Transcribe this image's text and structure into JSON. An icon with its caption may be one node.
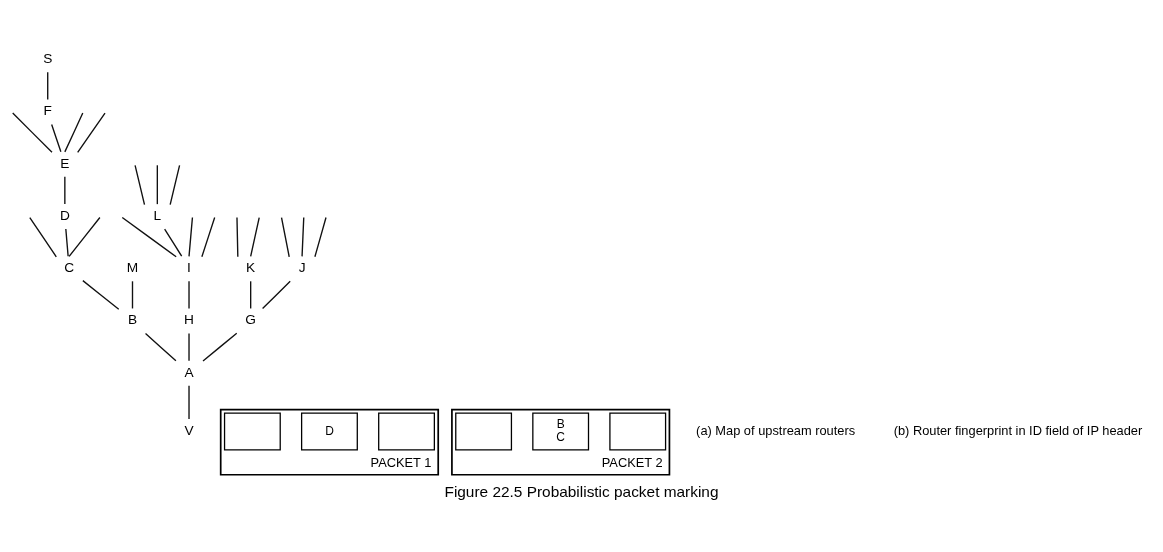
{
  "diagram": {
    "caption": "Figure 22.5 Probabilistic packet marking",
    "nodes": [
      {
        "text": [
          "S"
        ]
      },
      {
        "text": [
          "F"
        ]
      },
      {
        "text": [
          "E"
        ]
      },
      {
        "text": [
          "D"
        ]
      },
      {
        "text": [
          "L"
        ]
      },
      {
        "text": [
          "C"
        ]
      },
      {
        "text": [
          "I"
        ]
      },
      {
        "text": [
          "K"
        ]
      },
      {
        "text": [
          "M"
        ]
      },
      {
        "text": [
          "J"
        ]
      },
      {
        "text": [
          "B"
        ]
      },
      {
        "text": [
          "H"
        ]
      },
      {
        "text": [
          "G"
        ]
      },
      {
        "text": [
          "A"
        ]
      },
      {
        "text": [
          "V"
        ]
      },
      {
        "text": [],
        "shape": "box",
        "beside": [
          "PACKET 1"
        ]
      },
      {
        "text": [],
        "shape": "box",
        "in": 15
      },
      {
        "text": [
          "D"
        ],
        "in": 15
      },
      {
        "text": [],
        "shape": "box",
        "in": 15
      },
      {
        "text": [],
        "shape": "box",
        "beside": [
          "PACKET 2"
        ]
      },
      {
        "text": [],
        "shape": "box",
        "in": 19
      },
      {
        "text": [
          "B",
          "C"
        ],
        "in": 19
      },
      {
        "text": [],
        "shape": "box",
        "in": 19
      }
    ],
    "edges": [
      {
        "from": 14,
        "to": 13,
        "arrow": "none"
      },
      {
        "from": 13,
        "to": 10,
        "arrow": "none"
      },
      {
        "from": 10,
        "to": 5,
        "arrow": "none"
      },
      {
        "from": 5,
        "to": 3,
        "arrow": "none"
      },
      {
        "from": 3,
        "to": 2,
        "arrow": "none"
      },
      {
        "from": 2,
        "to": 1,
        "arrow": "none"
      },
      {
        "from": 1,
        "to": 0,
        "arrow": "none"
      },
      {
        "from": 10,
        "to": 8,
        "arrow": "none"
      },
      {
        "from": 13,
        "to": 11,
        "arrow": "none"
      },
      {
        "from": 11,
        "to": 6,
        "arrow": "none"
      },
      {
        "from": 6,
        "to": 4,
        "arrow": "none"
      },
      {
        "from": 13,
        "to": 12,
        "arrow": "none"
      },
      {
        "from": 12,
        "to": 7,
        "arrow": "none"
      },
      {
        "from": 12,
        "to": 9,
        "arrow": "none"
      },
      {
        "from": 2,
        "to": null,
        "arrow": "none"
      },
      {
        "from": 2,
        "to": null,
        "arrow": "none"
      },
      {
        "from": 2,
        "to": null,
        "arrow": "none"
      },
      {
        "from": 4,
        "to": null,
        "arrow": "none"
      },
      {
        "from": 4,
        "to": null,
        "arrow": "none"
      },
      {
        "from": 4,
        "to": null,
        "arrow": "none"
      },
      {
        "from": 5,
        "to": null,
        "arrow": "none"
      },
      {
        "from": 5,
        "to": null,
        "arrow": "none"
      },
      {
        "from": 6,
        "to": null,
        "arrow": "none"
      },
      {
        "from": 6,
        "to": null,
        "arrow": "none"
      },
      {
        "from": 6,
        "to": null,
        "arrow": "none"
      },
      {
        "from": 7,
        "to": null,
        "arrow": "none"
      },
      {
        "from": 7,
        "to": null,
        "arrow": "none"
      },
      {
        "from": 9,
        "to": null,
        "arrow": "none"
      },
      {
        "from": 9,
        "to": null,
        "arrow": "none"
      },
      {
        "from": 9,
        "to": null,
        "arrow": "none"
      }
    ],
    "labels": [
      "(a) Map of upstream routers",
      "(b) Router fingerprint in ID field of IP header"
    ]
  }
}
